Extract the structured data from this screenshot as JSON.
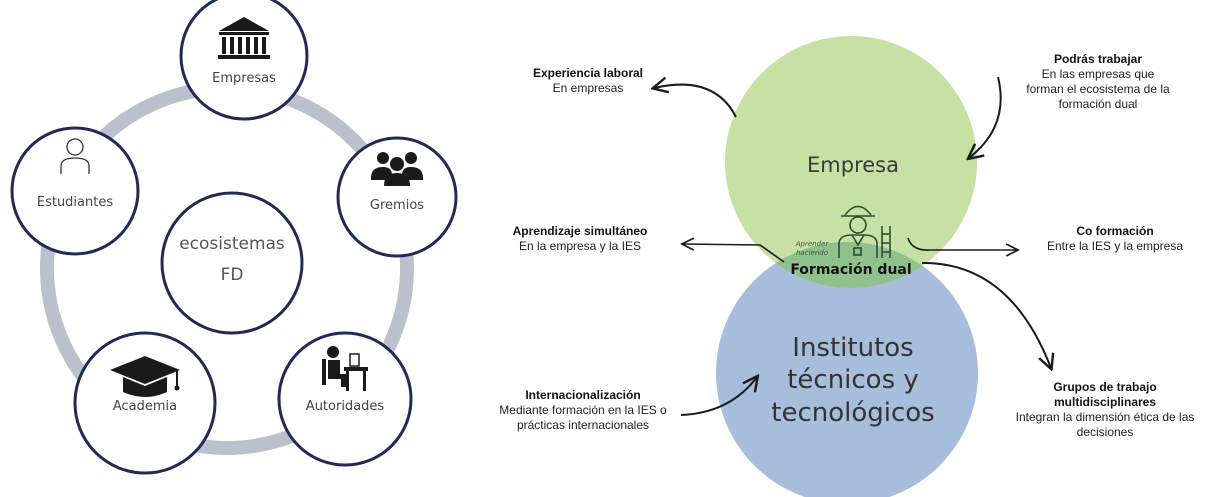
{
  "ecosystem": {
    "center_line1": "ecosistemas",
    "center_line2": "FD",
    "nodes": [
      {
        "label": "Empresas",
        "icon": "bank-icon"
      },
      {
        "label": "Gremios",
        "icon": "group-icon"
      },
      {
        "label": "Autoridades",
        "icon": "desk-person-icon"
      },
      {
        "label": "Academia",
        "icon": "graduation-cap-icon"
      },
      {
        "label": "Estudiantes",
        "icon": "person-outline-icon"
      }
    ]
  },
  "venn": {
    "top_label": "Empresa",
    "bottom_label_lines": [
      "Institutos",
      "técnicos y",
      "tecnológicos"
    ],
    "overlap_label": "Formación dual",
    "overlap_caption_lines": [
      "Aprender",
      "haciendo"
    ],
    "overlap_icon": "worker-helmet-icon",
    "colors": {
      "top": "#c7e0a4",
      "bottom": "#a6bedb",
      "overlap": "#8fc08d"
    }
  },
  "annotations": {
    "experiencia": {
      "title": "Experiencia laboral",
      "desc": [
        "En empresas"
      ]
    },
    "podras": {
      "title": "Podrás trabajar",
      "desc": [
        "En las empresas que",
        "forman el ecosistema de la",
        "formación dual"
      ]
    },
    "aprendizaje": {
      "title": "Aprendizaje simultáneo",
      "desc": [
        "En la empresa y la IES"
      ]
    },
    "coformacion": {
      "title": "Co formación",
      "desc": [
        "Entre la IES y la empresa"
      ]
    },
    "internacionalizacion": {
      "title": "Internacionalización",
      "desc": [
        "Mediante formación en la IES o",
        "prácticas internacionales"
      ]
    },
    "grupos": {
      "title": "Grupos de trabajo multidisciplinares",
      "title_lines": [
        "Grupos de trabajo",
        "multidisciplinares"
      ],
      "desc": [
        "Integran la dimensión ética de las",
        "decisiones"
      ]
    }
  }
}
